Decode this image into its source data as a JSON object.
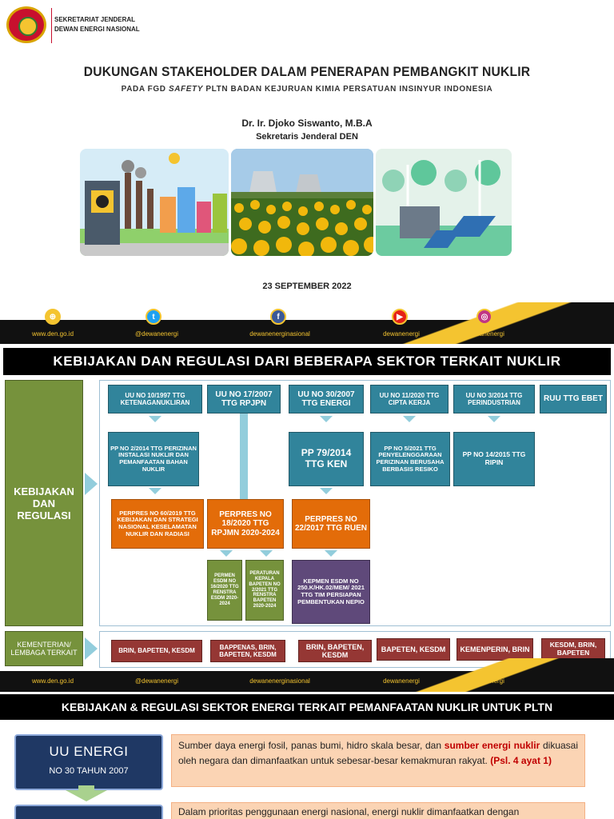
{
  "slide1": {
    "org": [
      "SEKRETARIAT JENDERAL",
      "DEWAN ENERGI NASIONAL"
    ],
    "title": "DUKUNGAN STAKEHOLDER DALAM PENERAPAN PEMBANGKIT NUKLIR",
    "subtitle_pre": "PADA FGD ",
    "subtitle_italic": "SAFETY",
    "subtitle_post": " PLTN BADAN KEJURUAN KIMIA PERSATUAN INSINYUR INDONESIA",
    "author": "Dr. Ir. Djoko Siswanto, M.B.A",
    "role": "Sekretaris Jenderal DEN",
    "date": "23 SEPTEMBER 2022",
    "social": [
      {
        "icon": "globe-icon",
        "glyph": "⊕",
        "label": "www.den.go.id"
      },
      {
        "icon": "twitter-icon",
        "glyph": "t",
        "label": "@dewanenergi"
      },
      {
        "icon": "facebook-icon",
        "glyph": "f",
        "label": "dewanenerginasional"
      },
      {
        "icon": "youtube-icon",
        "glyph": "▶",
        "label": "dewanenergi"
      },
      {
        "icon": "instagram-icon",
        "glyph": "◎",
        "label": "dewanenergi"
      }
    ]
  },
  "slide2": {
    "title": "KEBIJAKAN DAN REGULASI DARI BEBERAPA SEKTOR TERKAIT NUKLIR",
    "left_label": "KEBIJAKAN DAN REGULASI",
    "kem_label": "KEMENTERIAN/ LEMBAGA TERKAIT",
    "uu": [
      "UU NO 10/1997 TTG KETENAGANUKLIRAN",
      "UU NO 17/2007 TTG RPJPN",
      "UU NO 30/2007 TTG ENERGI",
      "UU NO 11/2020 TTG CIPTA KERJA",
      "UU NO 3/2014 TTG PERINDUSTRIAN",
      "RUU TTG EBET"
    ],
    "pp": [
      "PP NO 2/2014 TTG PERIZINAN INSTALASI NUKLIR DAN PEMANFAATAN BAHAN NUKLIR",
      "PP 79/2014 TTG KEN",
      "PP NO 5/2021 TTG PENYELENGGARAAN PERIZINAN BERUSAHA BERBASIS RESIKO",
      "PP NO 14/2015 TTG RIPIN"
    ],
    "perpres": [
      "PERPRES NO 60/2019 TTG KEBIJAKAN DAN STRATEGI NASIONAL KESELAMATAN NUKLIR DAN RADIASI",
      "PERPRES NO 18/2020 TTG RPJMN 2020-2024",
      "PERPRES NO 22/2017 TTG RUEN"
    ],
    "permen": [
      "PERMEN ESDM NO 16/2020 TTG RENSTRA ESDM 2020-2024",
      "PERATURAN KEPALA BAPETEN NO 2/2021 TTG RENSTRA BAPETEN 2020-2024"
    ],
    "kepmen": "KEPMEN ESDM NO 250.K/HK.02/MEM/ 2021 TTG TIM PERSIAPAN PEMBENTUKAN NEPIO",
    "kem": [
      "BRIN, BAPETEN, KESDM",
      "BAPPENAS, BRIN, BAPETEN, KESDM",
      "BRIN, BAPETEN, KESDM",
      "BAPETEN, KESDM",
      "KEMENPERIN, BRIN",
      "KESDM, BRIN, BAPETEN"
    ],
    "social": [
      "www.den.go.id",
      "@dewanenergi",
      "dewanenerginasional",
      "dewanenergi",
      "dewanenergi"
    ]
  },
  "slide3": {
    "title": "KEBIJAKAN & REGULASI SEKTOR ENERGI TERKAIT PEMANFAATAN NUKLIR UNTUK PLTN",
    "uu_title": "UU ENERGI",
    "uu_sub": "NO 30 TAHUN 2007",
    "p1_a": "Sumber daya energi fosil, panas bumi, hidro skala besar, dan ",
    "p1_b": "sumber energi nuklir",
    "p1_c": " dikuasai oleh negara dan dimanfaatkan untuk sebesar-besar kemakmuran rakyat. ",
    "p1_d": "(Psl. 4 ayat 1)",
    "p2": "Dalam prioritas penggunaan energi nasional, energi nuklir dimanfaatkan dengan"
  }
}
